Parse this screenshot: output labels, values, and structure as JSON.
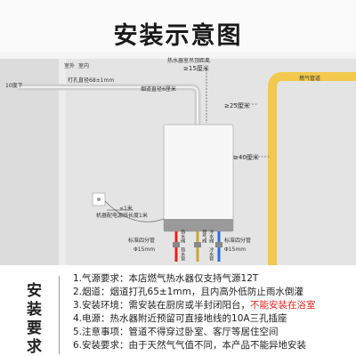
{
  "page": {
    "title": "安装示意图"
  },
  "labels": {
    "outdoor": "室外",
    "indoor": "室内",
    "drill_hole": "打孔直径68±1mm",
    "slope_down": "10度下",
    "bracket_top": "热水器室吊顶距离",
    "bracket_dist": "≥15厘米",
    "flue_dia": "烟道直径6厘米",
    "side_top": "≥25厘米",
    "side_right": "≥40厘米",
    "gas_pipe": "燃气管道",
    "socket_dist": "≤1米",
    "socket_height": "机器配电源线长度1米",
    "spec_left": "标准四分管",
    "dia_left": "Φ15mm",
    "spec_right": "标准四分管",
    "dia_right": "Φ15mm",
    "hot_valve": "热水阀",
    "hot_pipe": "热水管",
    "gas_valve": "燃气阀",
    "cold_valve": "冷水阀",
    "cold_pipe": "冷水管"
  },
  "requirements": {
    "heading": [
      "安",
      "装",
      "要",
      "求"
    ],
    "items": [
      {
        "text": "1.气源要求：本店燃气热水器仅支持气源12T",
        "highlight": ""
      },
      {
        "text": "2.烟道：烟道打孔65±1mm，且内高外低防止雨水倒灌",
        "highlight": ""
      },
      {
        "text": "3.安装环境：需安装在厨房或半封闭阳台，",
        "highlight": "不能安装在浴室"
      },
      {
        "text": "4.电源：热水器附近预留可直接地线的10A三孔插座",
        "highlight": ""
      },
      {
        "text": "5.注意事项：管道不得穿过卧室、客厅等居住空间",
        "highlight": ""
      },
      {
        "text": "6.安装要求：由于天然气气值不同，本产品不能异地安装",
        "highlight": ""
      }
    ]
  },
  "colors": {
    "gas_pipe": "#f2c94c",
    "hot": "#e2231a",
    "cold": "#2f6fd6",
    "wall": "#d9d9d9"
  }
}
